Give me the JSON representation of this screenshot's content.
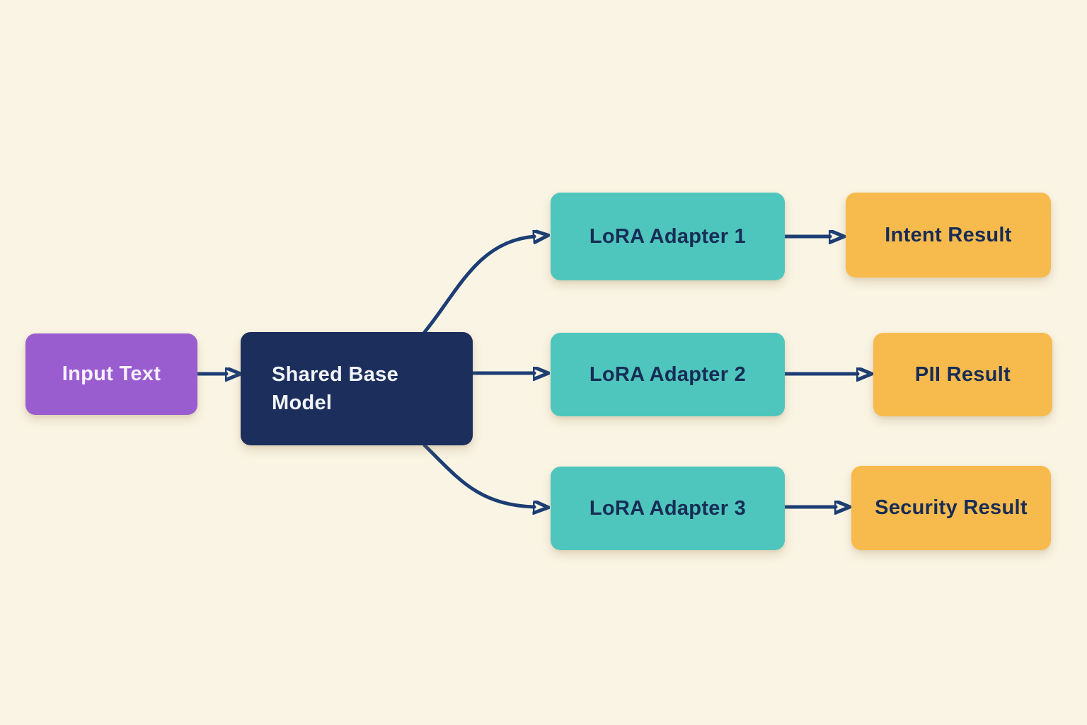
{
  "diagram": {
    "background_color": "#faf4e4",
    "arrow_color": "#1c3e74",
    "nodes": [
      {
        "id": "input-text",
        "label": "Input Text",
        "fill": "#9a5dd0",
        "text_color": "#f6f1fc"
      },
      {
        "id": "shared-base-model",
        "label": "Shared Base Model",
        "fill": "#1b2e5c",
        "text_color": "#f2f3f8"
      },
      {
        "id": "lora-adapter-1",
        "label": "LoRA Adapter 1",
        "fill": "#4ec6bd",
        "text_color": "#172c56"
      },
      {
        "id": "intent-result",
        "label": "Intent Result",
        "fill": "#f7bb4d",
        "text_color": "#172c56"
      },
      {
        "id": "lora-adapter-2",
        "label": "LoRA Adapter 2",
        "fill": "#4ec6bd",
        "text_color": "#172c56"
      },
      {
        "id": "pii-result",
        "label": "PII Result",
        "fill": "#f7bb4d",
        "text_color": "#172c56"
      },
      {
        "id": "lora-adapter-3",
        "label": "LoRA Adapter 3",
        "fill": "#4ec6bd",
        "text_color": "#172c56"
      },
      {
        "id": "security-result",
        "label": "Security Result",
        "fill": "#f7bb4d",
        "text_color": "#172c56"
      }
    ],
    "edges": [
      {
        "from": "input-text",
        "to": "shared-base-model"
      },
      {
        "from": "shared-base-model",
        "to": "lora-adapter-1"
      },
      {
        "from": "shared-base-model",
        "to": "lora-adapter-2"
      },
      {
        "from": "shared-base-model",
        "to": "lora-adapter-3"
      },
      {
        "from": "lora-adapter-1",
        "to": "intent-result"
      },
      {
        "from": "lora-adapter-2",
        "to": "pii-result"
      },
      {
        "from": "lora-adapter-3",
        "to": "security-result"
      }
    ]
  }
}
